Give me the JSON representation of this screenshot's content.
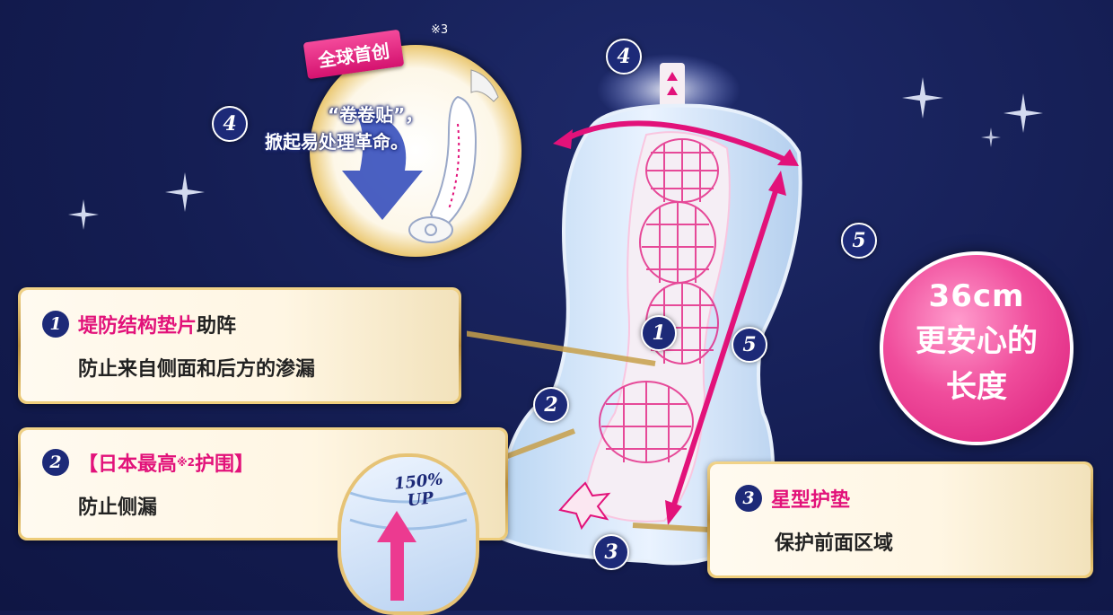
{
  "colors": {
    "background": "#141d52",
    "accent_pink": "#e2127a",
    "badge_navy": "#1d2a78",
    "gold": "#d7b25a"
  },
  "medallion": {
    "tag": "全球首创",
    "note": "※3",
    "line1": "“卷卷贴”，",
    "line2": "掀起易处理革命。",
    "icon": "roll-up-pad-icon"
  },
  "badges": {
    "n1": "1",
    "n2": "2",
    "n3": "3",
    "n4": "4",
    "n5": "5"
  },
  "callout1": {
    "num": "1",
    "title_pink": "堤防结构垫片",
    "title_rest": "助阵",
    "body": "防止来自侧面和后方的渗漏"
  },
  "callout2": {
    "num": "2",
    "title_pre": "【日本最高",
    "title_sup": "※2",
    "title_post": "护围】",
    "body": "防止侧漏",
    "badge_line1": "150%",
    "badge_line2": "UP"
  },
  "callout3": {
    "num": "3",
    "title": "星型护垫",
    "body": "保护前面区域"
  },
  "length_circle": {
    "line1": "36cm",
    "line2": "更安心的",
    "line3": "长度"
  }
}
